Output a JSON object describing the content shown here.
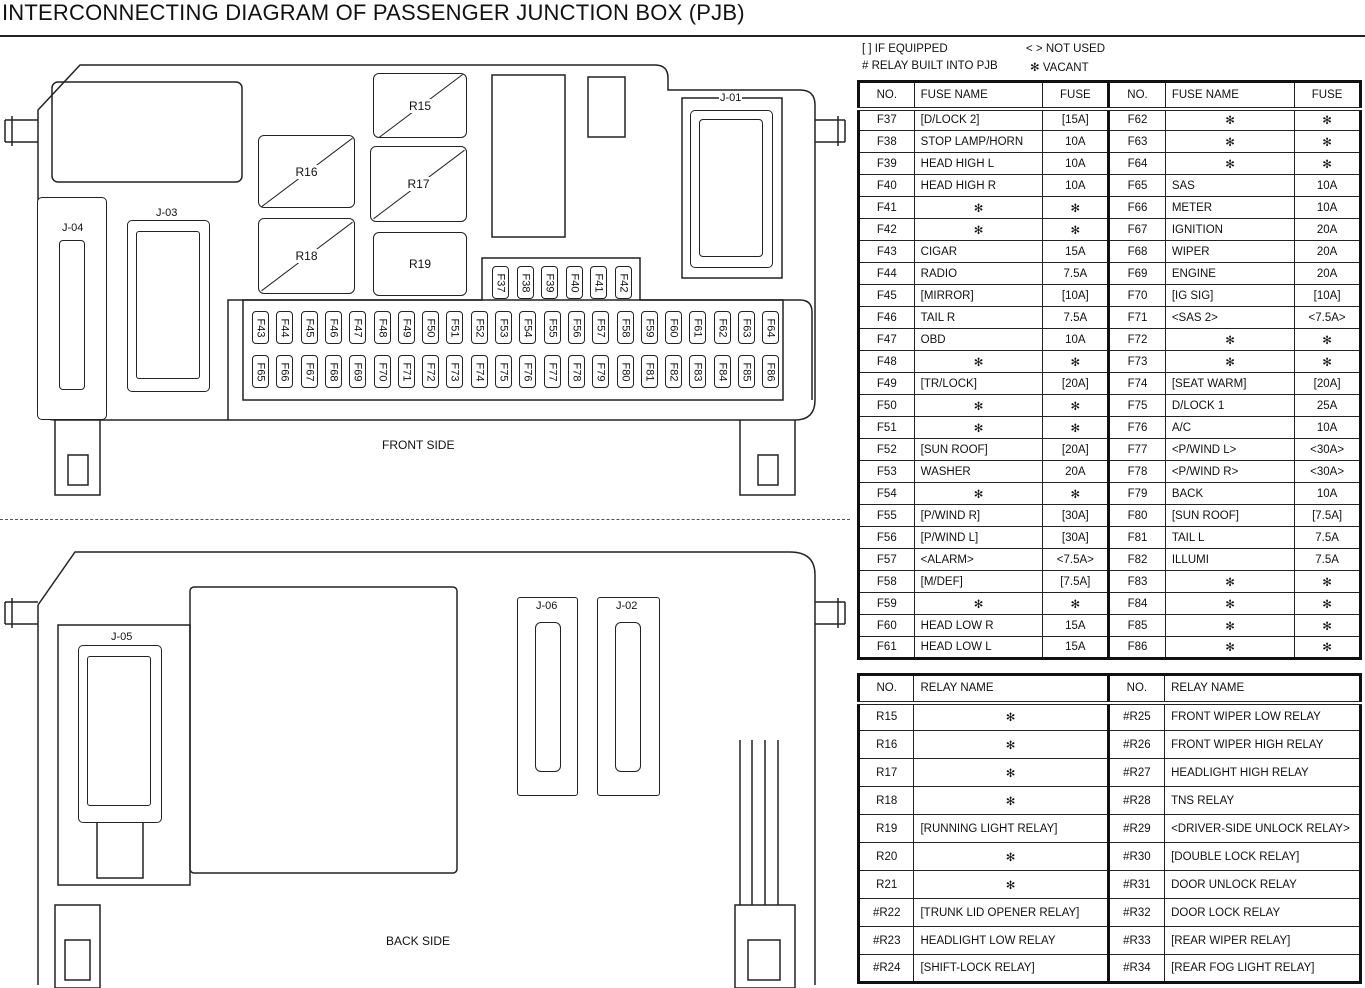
{
  "title": "INTERCONNECTING DIAGRAM OF PASSENGER JUNCTION BOX (PJB)",
  "legend": {
    "if_equipped": "[ ] IF EQUIPPED",
    "not_used": "< > NOT USED",
    "relay_built_in": "# RELAY BUILT INTO PJB",
    "vacant": "✻ VACANT"
  },
  "diagram": {
    "front_label": "FRONT SIDE",
    "back_label": "BACK SIDE",
    "relays": [
      "R15",
      "R16",
      "R17",
      "R18",
      "R19"
    ],
    "connectors": {
      "j01": "J-01",
      "j02": "J-02",
      "j03": "J-03",
      "j04": "J-04",
      "j05": "J-05",
      "j06": "J-06"
    },
    "fuse_top_row": [
      "F37",
      "F38",
      "F39",
      "F40",
      "F41",
      "F42"
    ],
    "fuse_row_1": [
      "F43",
      "F44",
      "F45",
      "F46",
      "F47",
      "F48",
      "F49",
      "F50",
      "F51",
      "F52",
      "F53",
      "F54",
      "F55",
      "F56",
      "F57",
      "F58",
      "F59",
      "F60",
      "F61",
      "F62",
      "F63",
      "F64"
    ],
    "fuse_row_2": [
      "F65",
      "F66",
      "F67",
      "F68",
      "F69",
      "F70",
      "F71",
      "F72",
      "F73",
      "F74",
      "F75",
      "F76",
      "F77",
      "F78",
      "F79",
      "F80",
      "F81",
      "F82",
      "F83",
      "F84",
      "F85",
      "F86"
    ]
  },
  "fuse_table": {
    "headers": [
      "NO.",
      "FUSE NAME",
      "FUSE",
      "NO.",
      "FUSE NAME",
      "FUSE"
    ],
    "rows": [
      [
        "F37",
        "[D/LOCK 2]",
        "[15A]",
        "F62",
        "✻",
        "✻"
      ],
      [
        "F38",
        "STOP LAMP/HORN",
        "10A",
        "F63",
        "✻",
        "✻"
      ],
      [
        "F39",
        "HEAD HIGH L",
        "10A",
        "F64",
        "✻",
        "✻"
      ],
      [
        "F40",
        "HEAD HIGH R",
        "10A",
        "F65",
        "SAS",
        "10A"
      ],
      [
        "F41",
        "✻",
        "✻",
        "F66",
        "METER",
        "10A"
      ],
      [
        "F42",
        "✻",
        "✻",
        "F67",
        "IGNITION",
        "20A"
      ],
      [
        "F43",
        "CIGAR",
        "15A",
        "F68",
        "WIPER",
        "20A"
      ],
      [
        "F44",
        "RADIO",
        "7.5A",
        "F69",
        "ENGINE",
        "20A"
      ],
      [
        "F45",
        "[MIRROR]",
        "[10A]",
        "F70",
        "[IG SIG]",
        "[10A]"
      ],
      [
        "F46",
        "TAIL R",
        "7.5A",
        "F71",
        "<SAS 2>",
        "<7.5A>"
      ],
      [
        "F47",
        "OBD",
        "10A",
        "F72",
        "✻",
        "✻"
      ],
      [
        "F48",
        "✻",
        "✻",
        "F73",
        "✻",
        "✻"
      ],
      [
        "F49",
        "[TR/LOCK]",
        "[20A]",
        "F74",
        "[SEAT WARM]",
        "[20A]"
      ],
      [
        "F50",
        "✻",
        "✻",
        "F75",
        "D/LOCK 1",
        "25A"
      ],
      [
        "F51",
        "✻",
        "✻",
        "F76",
        "A/C",
        "10A"
      ],
      [
        "F52",
        "[SUN ROOF]",
        "[20A]",
        "F77",
        "<P/WIND L>",
        "<30A>"
      ],
      [
        "F53",
        "WASHER",
        "20A",
        "F78",
        "<P/WIND R>",
        "<30A>"
      ],
      [
        "F54",
        "✻",
        "✻",
        "F79",
        "BACK",
        "10A"
      ],
      [
        "F55",
        "[P/WIND R]",
        "[30A]",
        "F80",
        "[SUN ROOF]",
        "[7.5A]"
      ],
      [
        "F56",
        "[P/WIND L]",
        "[30A]",
        "F81",
        "TAIL L",
        "7.5A"
      ],
      [
        "F57",
        "<ALARM>",
        "<7.5A>",
        "F82",
        "ILLUMI",
        "7.5A"
      ],
      [
        "F58",
        "[M/DEF]",
        "[7.5A]",
        "F83",
        "✻",
        "✻"
      ],
      [
        "F59",
        "✻",
        "✻",
        "F84",
        "✻",
        "✻"
      ],
      [
        "F60",
        "HEAD LOW R",
        "15A",
        "F85",
        "✻",
        "✻"
      ],
      [
        "F61",
        "HEAD LOW L",
        "15A",
        "F86",
        "✻",
        "✻"
      ]
    ]
  },
  "relay_table": {
    "headers": [
      "NO.",
      "RELAY NAME",
      "NO.",
      "RELAY NAME"
    ],
    "rows": [
      [
        "R15",
        "✻",
        "#R25",
        "FRONT WIPER LOW RELAY"
      ],
      [
        "R16",
        "✻",
        "#R26",
        "FRONT WIPER HIGH RELAY"
      ],
      [
        "R17",
        "✻",
        "#R27",
        "HEADLIGHT HIGH RELAY"
      ],
      [
        "R18",
        "✻",
        "#R28",
        "TNS RELAY"
      ],
      [
        "R19",
        "[RUNNING LIGHT RELAY]",
        "#R29",
        "<DRIVER-SIDE UNLOCK RELAY>"
      ],
      [
        "R20",
        "✻",
        "#R30",
        "[DOUBLE LOCK RELAY]"
      ],
      [
        "R21",
        "✻",
        "#R31",
        "DOOR UNLOCK RELAY"
      ],
      [
        "#R22",
        "[TRUNK LID OPENER RELAY]",
        "#R32",
        "DOOR LOCK RELAY"
      ],
      [
        "#R23",
        "HEADLIGHT LOW RELAY",
        "#R33",
        "[REAR WIPER RELAY]"
      ],
      [
        "#R24",
        "[SHIFT-LOCK RELAY]",
        "#R34",
        "[REAR FOG LIGHT RELAY]"
      ]
    ]
  }
}
